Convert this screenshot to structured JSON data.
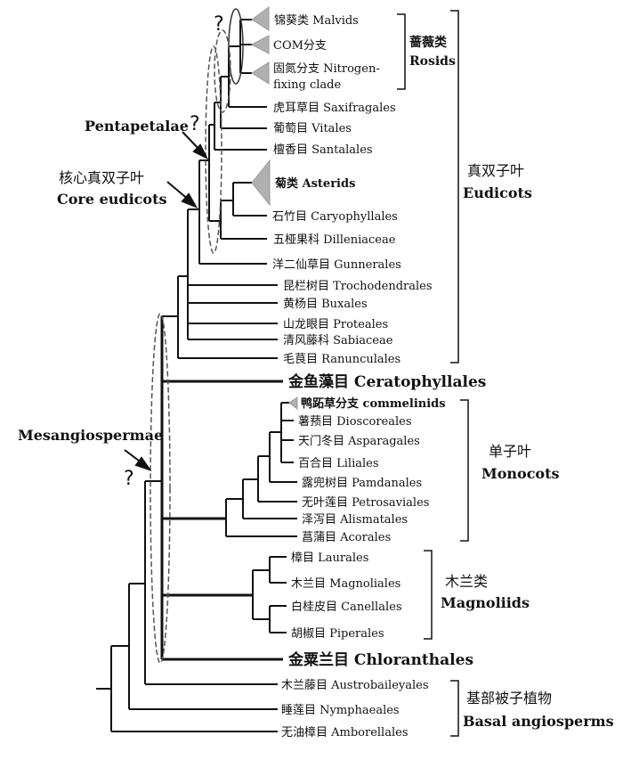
{
  "leaves": {
    "malvids": "锦葵类 Malvids",
    "com": "COM分支",
    "nfix1": "固氮分支 Nitrogen-",
    "nfix2": "fixing clade",
    "saxifragales": "虎耳草目 Saxifragales",
    "vitales": "葡萄目 Vitales",
    "santalales": "檀香目 Santalales",
    "asterids": "菊类 Asterids",
    "caryophyllales": "石竹目 Caryophyllales",
    "dilleniaceae": "五桠果科 Dilleniaceae",
    "gunnerales": "洋二仙草目 Gunnerales",
    "trochodendrales": "昆栏树目 Trochodendrales",
    "buxales": "黄杨目 Buxales",
    "proteales": "山龙眼目 Proteales",
    "sabiaceae": "清风藤科 Sabiaceae",
    "ranunculales": "毛茛目 Ranunculales",
    "ceratophyllales": "金鱼藻目 Ceratophyllales",
    "commelinids": "鸭跖草分支 commelinids",
    "dioscoreales": "薯蓣目  Dioscoreales",
    "asparagales": "天门冬目 Asparagales",
    "liliales": "百合目  Liliales",
    "pamdanales": "露兜树目 Pamdanales",
    "petrosaviales": "无叶莲目  Petrosaviales",
    "alismatales": "泽泻目 Alismatales",
    "acorales": "菖蒲目 Acorales",
    "laurales": "樟目 Laurales",
    "magnoliales": "木兰目 Magnoliales",
    "canellales": "白桂皮目 Canellales",
    "piperales": "胡椒目 Piperales",
    "chloranthales": "金粟兰目 Chloranthales",
    "austrobaileyales": "木兰藤目 Austrobaileyales",
    "nymphaeales": "睡莲目 Nymphaeales",
    "amborellales": "无油樟目 Amborellales"
  },
  "groups": {
    "rosids_cn": "蔷薇类",
    "rosids_en": "Rosids",
    "eudicots_cn": "真双子叶",
    "eudicots_en": "Eudicots",
    "monocots_cn": "单子叶",
    "monocots_en": "Monocots",
    "magnoliids_cn": "木兰类",
    "magnoliids_en": "Magnoliids",
    "basal_cn": "基部被子植物",
    "basal_en": "Basal angiosperms"
  },
  "notes": {
    "pentapetalae": "Pentapetalae",
    "core_cn": "核心真双子叶",
    "core_en": "Core eudicots",
    "mesangiospermae": "Mesangiospermae",
    "question": "?"
  },
  "colors": {
    "line": "#111111",
    "triangle": "#b0b0b0",
    "ellipse": "#555555"
  }
}
